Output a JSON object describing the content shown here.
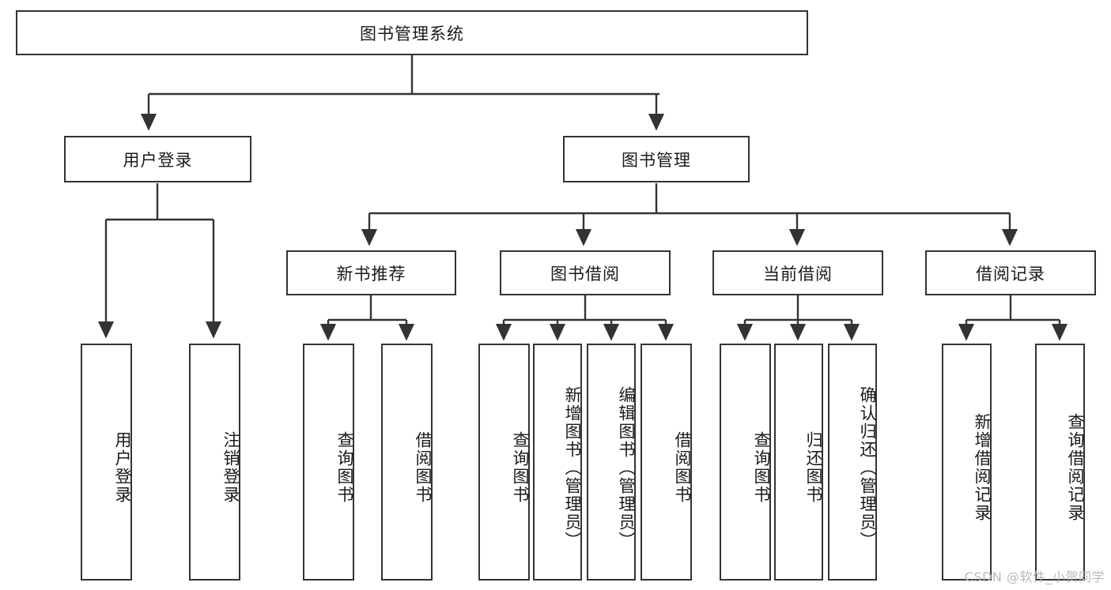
{
  "diagram": {
    "title": "图书管理系统",
    "watermark": "CSDN @软件_小贺同学",
    "colors": {
      "background": "#ffffff",
      "box_border": "#333333",
      "box_fill": "#ffffff",
      "edge": "#333333",
      "text": "#1a1a1a",
      "watermark": "#b9b9b9"
    },
    "root": {
      "label": "图书管理系统"
    },
    "level1": [
      {
        "label": "用户登录"
      },
      {
        "label": "图书管理"
      }
    ],
    "level2": [
      {
        "label": "新书推荐"
      },
      {
        "label": "图书借阅"
      },
      {
        "label": "当前借阅"
      },
      {
        "label": "借阅记录"
      }
    ],
    "leaves": {
      "user_login": [
        {
          "label": "用户登录"
        },
        {
          "label": "注销登录"
        }
      ],
      "new_book_recommend": [
        {
          "label": "查询图书"
        },
        {
          "label": "借阅图书"
        }
      ],
      "book_borrow": [
        {
          "label": "查询图书"
        },
        {
          "label": "新增图书（管理员）"
        },
        {
          "label": "编辑图书（管理员）"
        },
        {
          "label": "借阅图书"
        }
      ],
      "current_borrow": [
        {
          "label": "查询图书"
        },
        {
          "label": "归还图书"
        },
        {
          "label": "确认归还（管理员）"
        }
      ],
      "borrow_record": [
        {
          "label": "新增借阅记录"
        },
        {
          "label": "查询借阅记录"
        }
      ]
    }
  }
}
